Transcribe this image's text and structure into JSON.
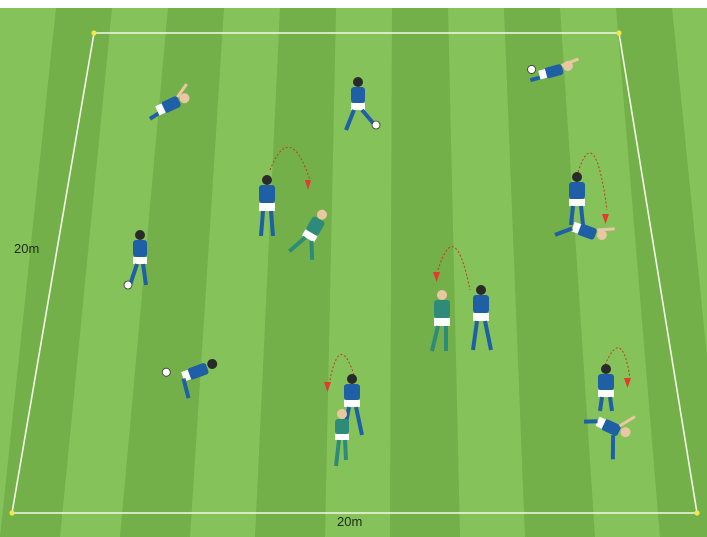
{
  "diagram": {
    "dimension_left": "20m",
    "dimension_bottom": "20m",
    "colors": {
      "grass_light": "#86c25a",
      "grass_dark": "#6fae45",
      "line": "#f4f7e8",
      "corner_marker": "#f1e64a",
      "shirt": "#1f5fa6",
      "shorts": "#ffffff",
      "skin": "#e9c7a3",
      "cone": "#e23a2f",
      "ball_path": "#c0392b"
    },
    "players": [
      {
        "name": "player-diving-top-left"
      },
      {
        "name": "player-running-top-center"
      },
      {
        "name": "player-diving-top-right"
      },
      {
        "name": "player-pair-a-left"
      },
      {
        "name": "player-pair-a-right-keeper"
      },
      {
        "name": "player-left-dribbling"
      },
      {
        "name": "player-pair-b-top-right"
      },
      {
        "name": "player-pair-b-diving"
      },
      {
        "name": "player-pair-c-left"
      },
      {
        "name": "player-pair-c-right"
      },
      {
        "name": "player-diving-bottom-left"
      },
      {
        "name": "player-pair-d-top"
      },
      {
        "name": "player-pair-d-bottom"
      },
      {
        "name": "player-pair-e-top"
      },
      {
        "name": "player-pair-e-diving"
      }
    ]
  }
}
